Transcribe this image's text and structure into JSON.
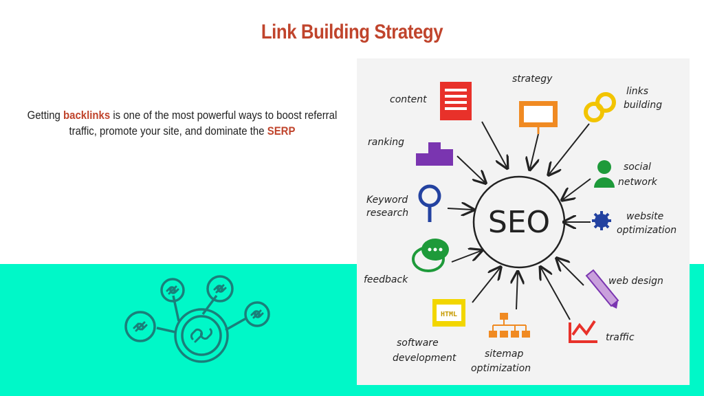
{
  "slide": {
    "title": "Link Building Strategy",
    "body": {
      "p1": "Getting ",
      "h1": "backlinks",
      "p2": " is one of the most powerful ways to boost referral traffic, promote your site, and dominate the ",
      "h2": "SERP"
    }
  },
  "seo_diagram": {
    "center": "SEO",
    "labels": {
      "strategy": "strategy",
      "content": "content",
      "links1": "links",
      "links2": "building",
      "ranking": "ranking",
      "social1": "social",
      "social2": "network",
      "kw1": "Keyword",
      "kw2": "research",
      "web1": "website",
      "web2": "optimization",
      "feedback": "feedback",
      "design": "web design",
      "sw1": "software",
      "sw2": "development",
      "sm1": "sitemap",
      "sm2": "optimization",
      "traffic": "traffic",
      "html": "HTML"
    }
  },
  "colors": {
    "accent": "#c0442c",
    "band": "#00f8c8",
    "icon_teal": "#1a7f7a"
  }
}
